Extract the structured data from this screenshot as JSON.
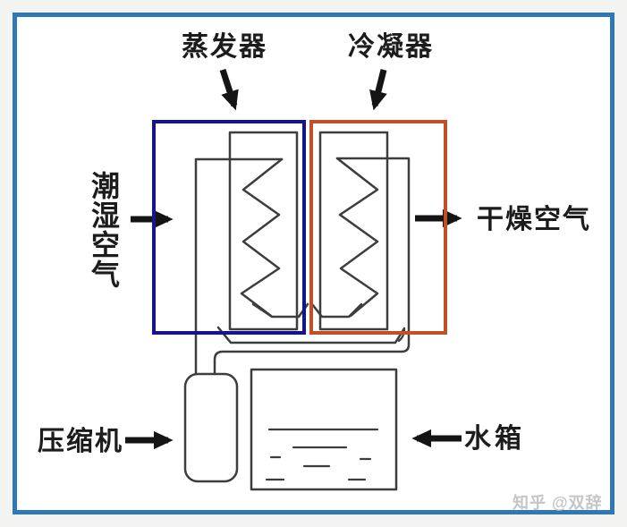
{
  "labels": {
    "evaporator": "蒸发器",
    "condenser": "冷凝器",
    "humid_air": "潮湿空气",
    "dry_air": "干燥空气",
    "compressor": "压缩机",
    "water_tank": "水箱"
  },
  "watermark": "知乎 @双辞",
  "arrows": [
    {
      "name": "evaporator-pointer-arrow",
      "direction": "down"
    },
    {
      "name": "condenser-pointer-arrow",
      "direction": "down"
    },
    {
      "name": "humid-air-flow-arrow",
      "direction": "right"
    },
    {
      "name": "dry-air-flow-arrow",
      "direction": "right"
    },
    {
      "name": "compressor-pointer-arrow",
      "direction": "right"
    },
    {
      "name": "water-tank-pointer-arrow",
      "direction": "left"
    }
  ],
  "colors": {
    "frame_blue": "#2e78b5",
    "evaporator_box_blue": "#15158a",
    "condenser_box_orange": "#c14f28",
    "diagram_line": "#3d3d3d",
    "arrow_black": "#141414",
    "label_text": "#1c1c1c",
    "watermark_gray": "#c5c5c5",
    "page_bg": "#f3f3f1",
    "canvas_white": "#ffffff"
  }
}
